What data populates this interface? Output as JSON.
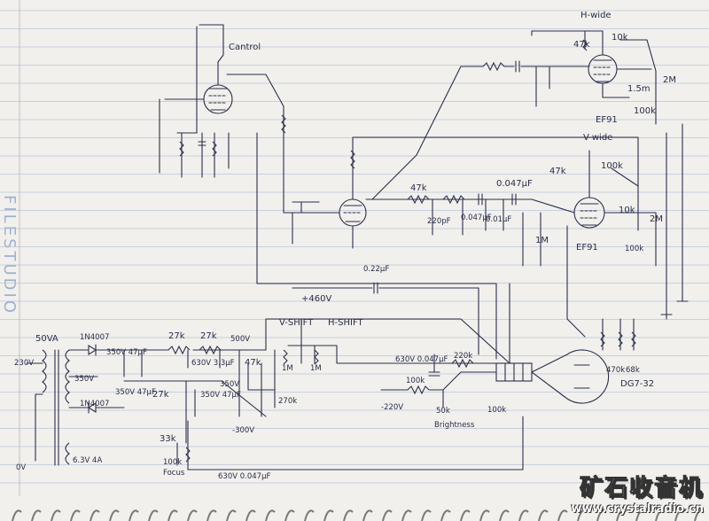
{
  "page": {
    "brand_spine": "FILESTUDIO"
  },
  "labels": {
    "cantrol": "Cantrol",
    "h_wide": "H-wide",
    "v_wide": "V-wide",
    "r47k_a": "47k",
    "r47k_b": "47k",
    "r47k_c": "47k",
    "r47k_d": "47k",
    "r10k_a": "10k",
    "r10k_b": "10k",
    "r1_5m": "1.5m",
    "r2m_a": "2M",
    "r2m_b": "2M",
    "r100k_a": "100k",
    "r100k_b": "100k",
    "r100k_c": "100k",
    "r100k_d": "100k",
    "ef91_a": "EF91",
    "ef91_b": "EF91",
    "c047_a": "0.047μF",
    "c047_b": "0.047μF",
    "c047_c": "0.047μF",
    "c220p": "220pF",
    "c01": "0.01μF",
    "r1m_a": "1M",
    "r1m_b": "1M",
    "r1m_c": "1M",
    "c022": "0.22μF",
    "plus460": "+460V",
    "v_shift": "V-SHIFT",
    "h_shift": "H-SHIFT",
    "tx_va": "50VA",
    "tx_in": "230V",
    "tx_hv": "350V",
    "tx_6v3": "6.3V 4A",
    "tx_0v": "0V",
    "diode_a": "1N4007",
    "diode_b": "1N4007",
    "c_cap_a": "350V 47μF",
    "c_cap_b": "350V 47μF",
    "r27k_a": "27k",
    "r27k_b": "27k",
    "r27k_c": "27k",
    "c630v": "630V 3.3μF",
    "c350v": "350V 47μF",
    "v500": "500V",
    "v350": "350V",
    "r270k": "270k",
    "r220k": "220k",
    "r50k": "50k",
    "c630_047": "630V 0.047μF",
    "neg300": "-300V",
    "neg220": "-220V",
    "r33k": "33k",
    "focus": "Focus",
    "brightness": "Brightness",
    "c630_047b": "630V 0.047μF",
    "crt": "DG7-32",
    "r470k": "470k",
    "r68k": "68k"
  },
  "watermark": {
    "title": "矿石收音机",
    "url": "www.crystalradio.cn"
  }
}
